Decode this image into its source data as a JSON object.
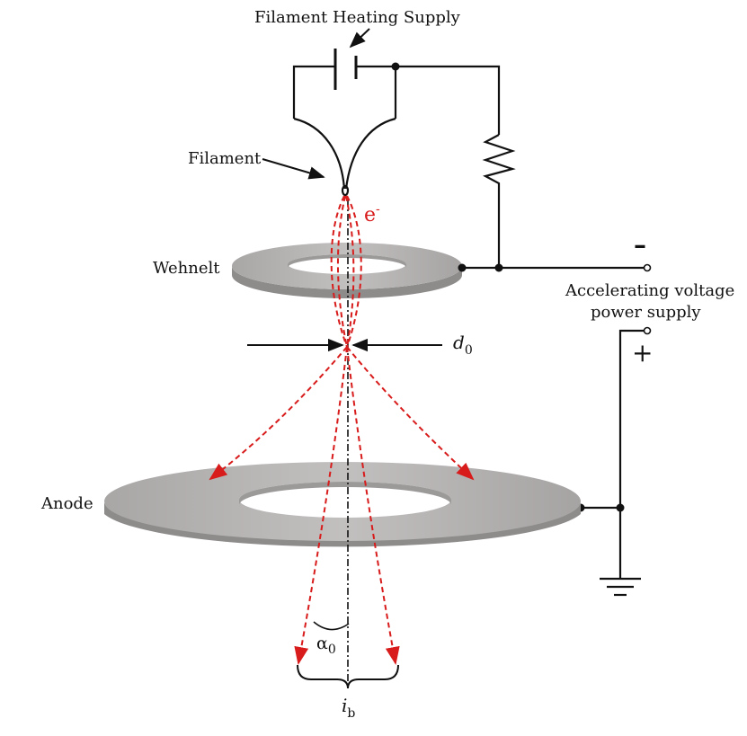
{
  "labels": {
    "filament_supply": "Filament Heating Supply",
    "filament": "Filament",
    "electron": "e",
    "electron_sup": "-",
    "wehnelt": "Wehnelt",
    "minus": "–",
    "plus": "+",
    "accel_line1": "Accelerating voltage",
    "accel_line2": "power supply",
    "d0_main": "d",
    "d0_sub": "0",
    "anode": "Anode",
    "alpha_main": "α",
    "alpha_sub": "0",
    "ib_main": "i",
    "ib_sub": "b"
  },
  "colors": {
    "line": "#111111",
    "beam": "#d81b1b",
    "disk_top": "#b4b1b1",
    "disk_side": "#8a8787",
    "hole": "#ffffff"
  }
}
